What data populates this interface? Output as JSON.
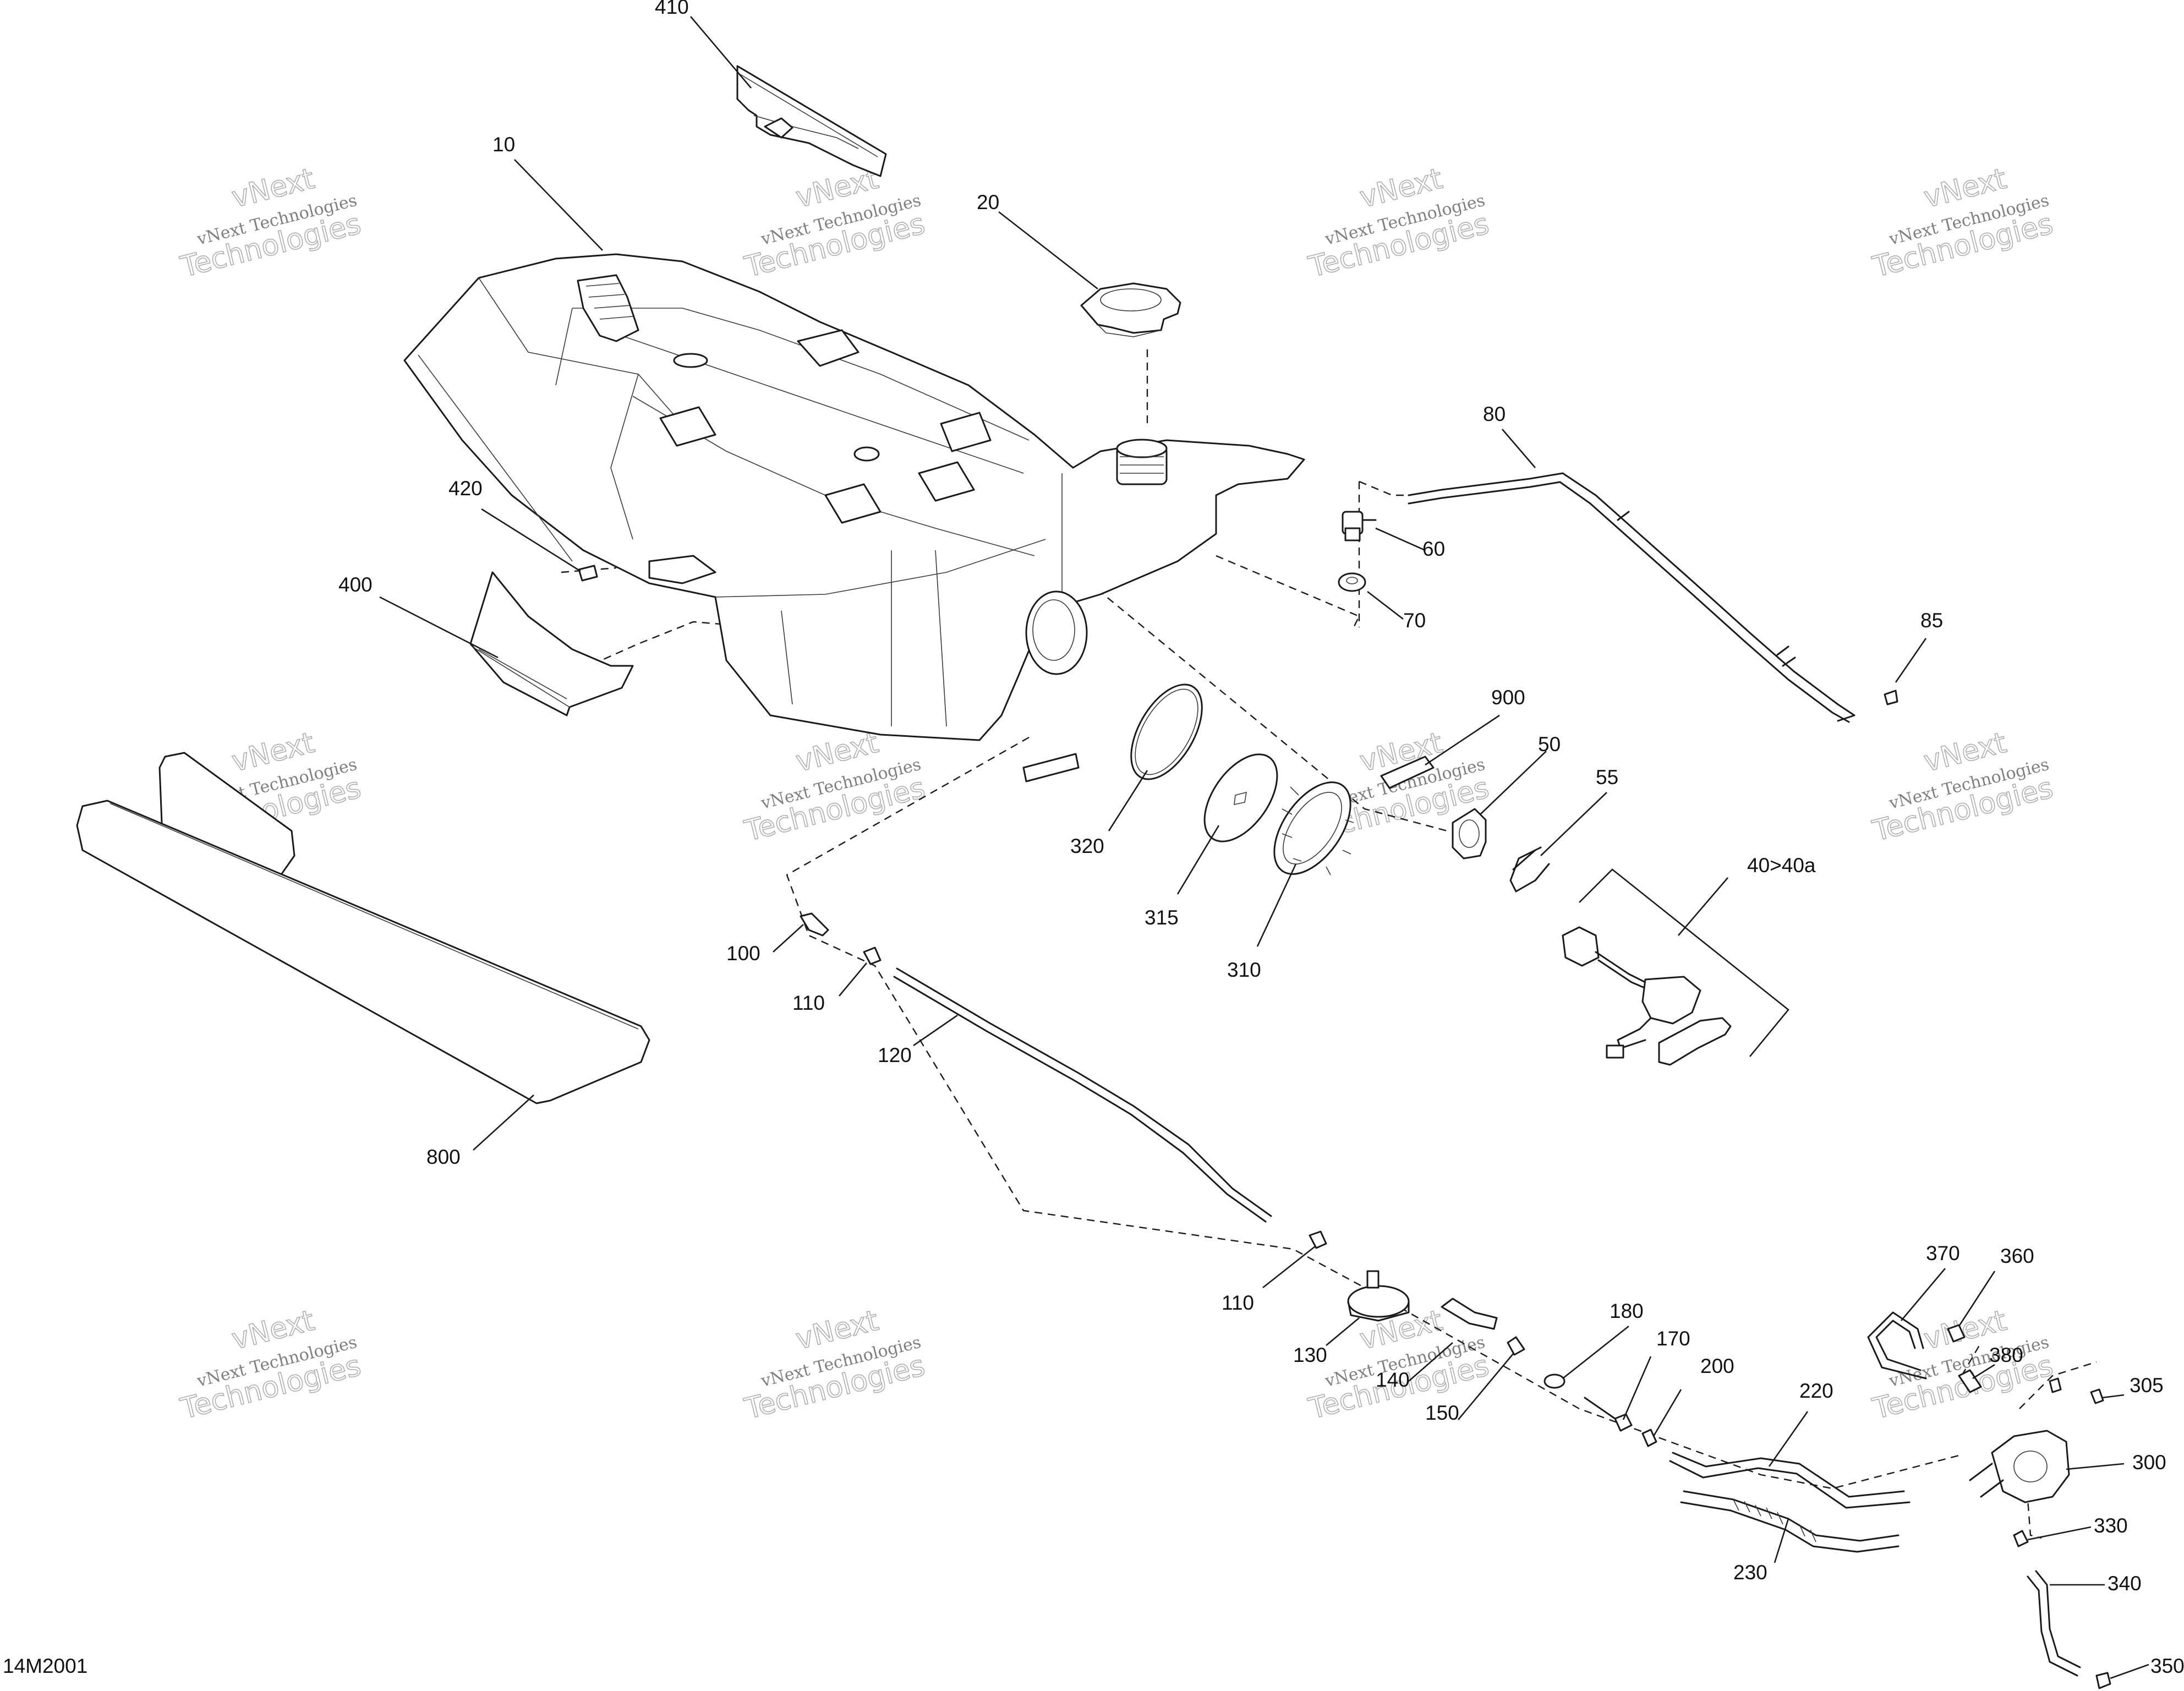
{
  "diagram": {
    "document_id": "14M2001",
    "watermark": {
      "brand": "vNext",
      "line1": "vNext Technologies",
      "line2": "Technologies"
    },
    "callouts": {
      "c410": "410",
      "c10": "10",
      "c20": "20",
      "c80": "80",
      "c60": "60",
      "c70": "70",
      "c85": "85",
      "c420": "420",
      "c400": "400",
      "c900": "900",
      "c50": "50",
      "c55": "55",
      "c40": "40>40a",
      "c320": "320",
      "c315": "315",
      "c310": "310",
      "c100": "100",
      "c110a": "110",
      "c120": "120",
      "c800": "800",
      "c110b": "110",
      "c130": "130",
      "c140": "140",
      "c150": "150",
      "c180": "180",
      "c170": "170",
      "c200": "200",
      "c220": "220",
      "c230": "230",
      "c370": "370",
      "c360": "360",
      "c380": "380",
      "c305": "305",
      "c300": "300",
      "c330": "330",
      "c340": "340",
      "c350": "350"
    }
  }
}
